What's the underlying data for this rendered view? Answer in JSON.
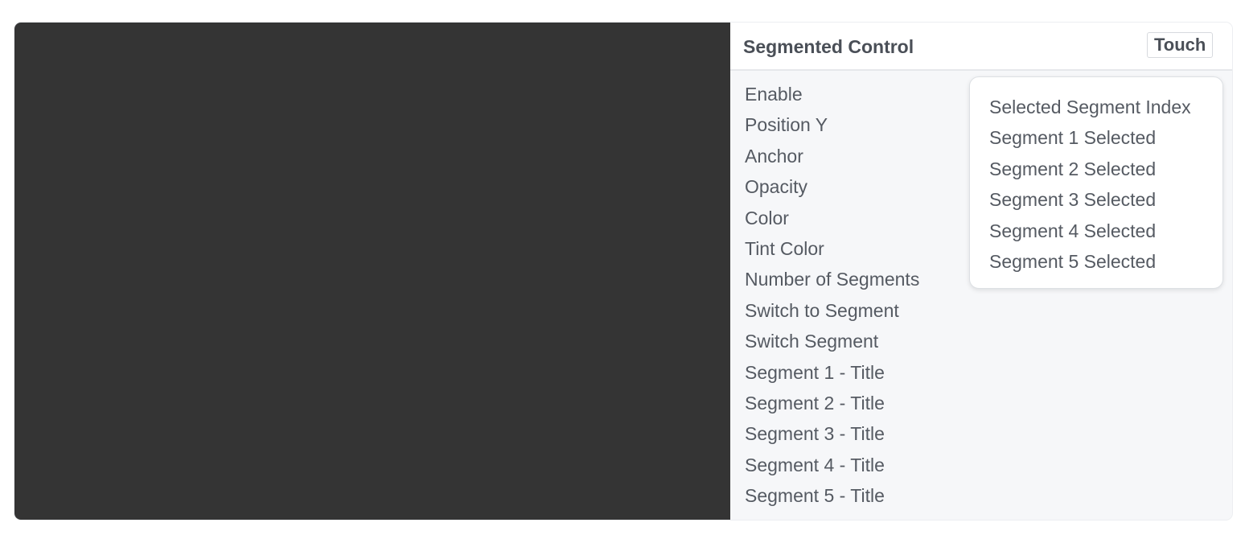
{
  "panel": {
    "title": "Segmented Control",
    "touch_label": "Touch",
    "properties": [
      "Enable",
      "Position Y",
      "Anchor",
      "Opacity",
      "Color",
      "Tint Color",
      "Number of Segments",
      "Switch to Segment",
      "Switch Segment",
      "Segment 1 - Title",
      "Segment 2 - Title",
      "Segment 3 - Title",
      "Segment 4 - Title",
      "Segment 5 - Title"
    ]
  },
  "popup": {
    "items": [
      "Selected Segment Index",
      "Segment 1 Selected",
      "Segment 2 Selected",
      "Segment 3 Selected",
      "Segment 4 Selected",
      "Segment 5 Selected"
    ]
  },
  "colors": {
    "preview_background": "#343434",
    "panel_background": "#f6f7f9",
    "text": "#555a62"
  }
}
